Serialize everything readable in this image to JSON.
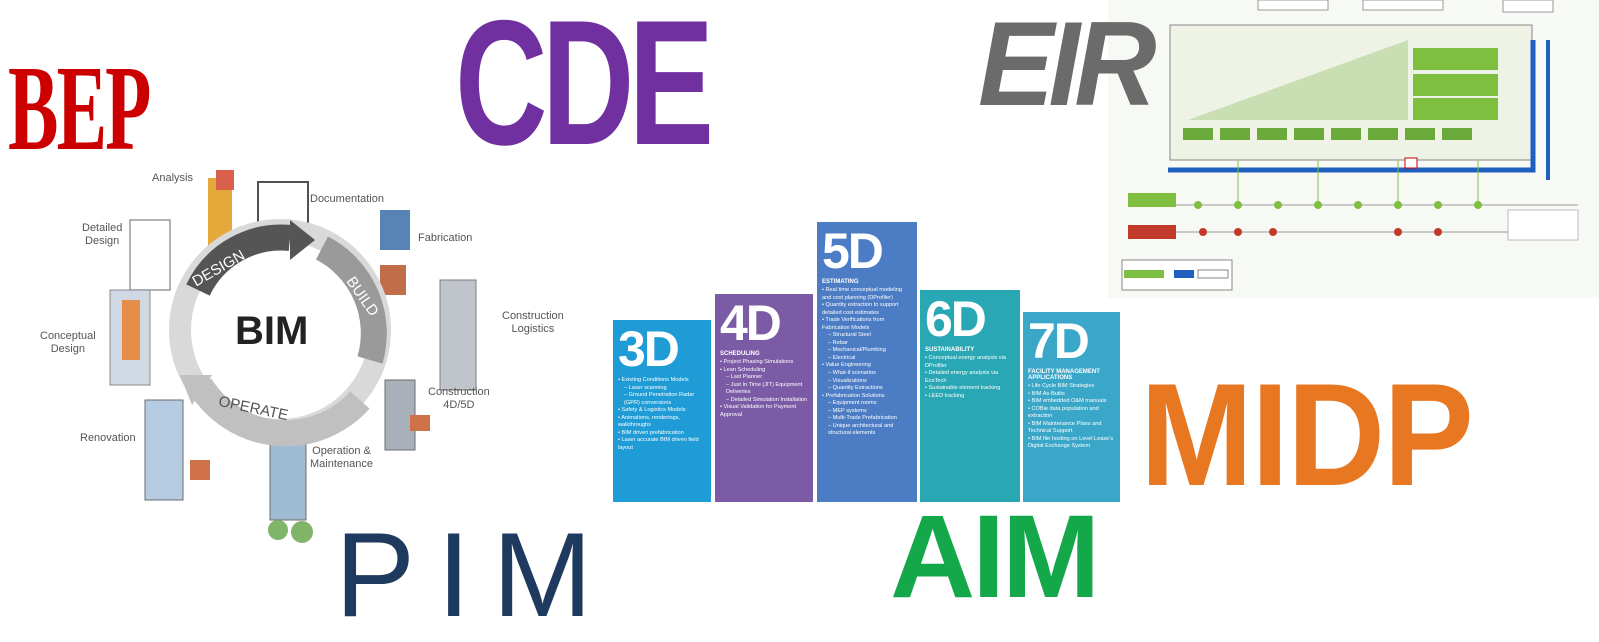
{
  "acronyms": {
    "bep": "BEP",
    "cde": "CDE",
    "eir": "EIR",
    "midp": "MIDP",
    "pim": "PIM",
    "aim": "AIM"
  },
  "bim_cycle": {
    "center": "BIM",
    "arrows": [
      "DESIGN",
      "BUILD",
      "OPERATE"
    ],
    "stages": {
      "analysis": "Analysis",
      "documentation": "Documentation",
      "fabrication": "Fabrication",
      "construction_logistics": [
        "Construction",
        "Logistics"
      ],
      "construction_4d5d": [
        "Construction",
        "4D/5D"
      ],
      "operation": [
        "Operation &",
        "Maintenance"
      ],
      "renovation": "Renovation",
      "conceptual_design": [
        "Conceptual",
        "Design"
      ],
      "detailed_design": [
        "Detailed",
        "Design"
      ]
    }
  },
  "dimensions": [
    {
      "label": "3D",
      "color": "#1f9bd6",
      "subtitle": "",
      "items": [
        "• Existing Conditions Models",
        "– Laser scanning",
        "– Ground Penetration Radar (GPR) conversions",
        "• Safety & Logistics Models",
        "• Animations, renderings, walkthroughs",
        "• BIM driven prefabrication",
        "• Laser accurate BIM driven field layout"
      ]
    },
    {
      "label": "4D",
      "color": "#7c5ba6",
      "subtitle": "SCHEDULING",
      "items": [
        "• Project Phasing Simulations",
        "• Lean Scheduling",
        "– Last Planner",
        "– Just In Time (JIT) Equipment Deliveries",
        "– Detailed Simulation Installation",
        "• Visual Validation for Payment Approval"
      ]
    },
    {
      "label": "5D",
      "color": "#4c7cc4",
      "subtitle": "ESTIMATING",
      "items": [
        "• Real time conceptual modeling and cost planning (DProfiler)",
        "• Quantity extraction to support detailed cost estimates",
        "• Trade Verifications from Fabrication Models",
        "– Structural Steel",
        "– Rebar",
        "– Mechanical/Plumbing",
        "– Electrical",
        "• Value Engineering",
        "– What-if scenarios",
        "– Visualizations",
        "– Quantity Extractions",
        "• Prefabrication Solutions",
        "– Equipment rooms",
        "– MEP systems",
        "– Multi-Trade Prefabrication",
        "– Unique architectural and structural elements"
      ]
    },
    {
      "label": "6D",
      "color": "#2aa7b4",
      "subtitle": "SUSTAINABILITY",
      "items": [
        "• Conceptual energy analysis via DProfiler",
        "• Detailed energy analysis via EcoTech",
        "• Sustainable element tracking",
        "• LEED tracking"
      ]
    },
    {
      "label": "7D",
      "color": "#3aa6c8",
      "subtitle": "FACILITY MANAGEMENT APPLICATIONS",
      "items": [
        "• Life Cycle BIM Strategies",
        "• BIM As-Builts",
        "• BIM embedded O&M manuals",
        "• COBie data population and extraction",
        "• BIM Maintenance Plans and Technical Support",
        "• BIM file hosting on Level Lease's Digital Exchange System"
      ]
    }
  ],
  "colors": {
    "bep": "#cc0000",
    "cde": "#7030a0",
    "eir": "#6b6b6b",
    "midp": "#e87722",
    "pim": "#1f3a5f",
    "aim": "#14a84a",
    "eir_diagram_green": "#7fbf3f",
    "eir_diagram_blue": "#1f5fbf"
  }
}
